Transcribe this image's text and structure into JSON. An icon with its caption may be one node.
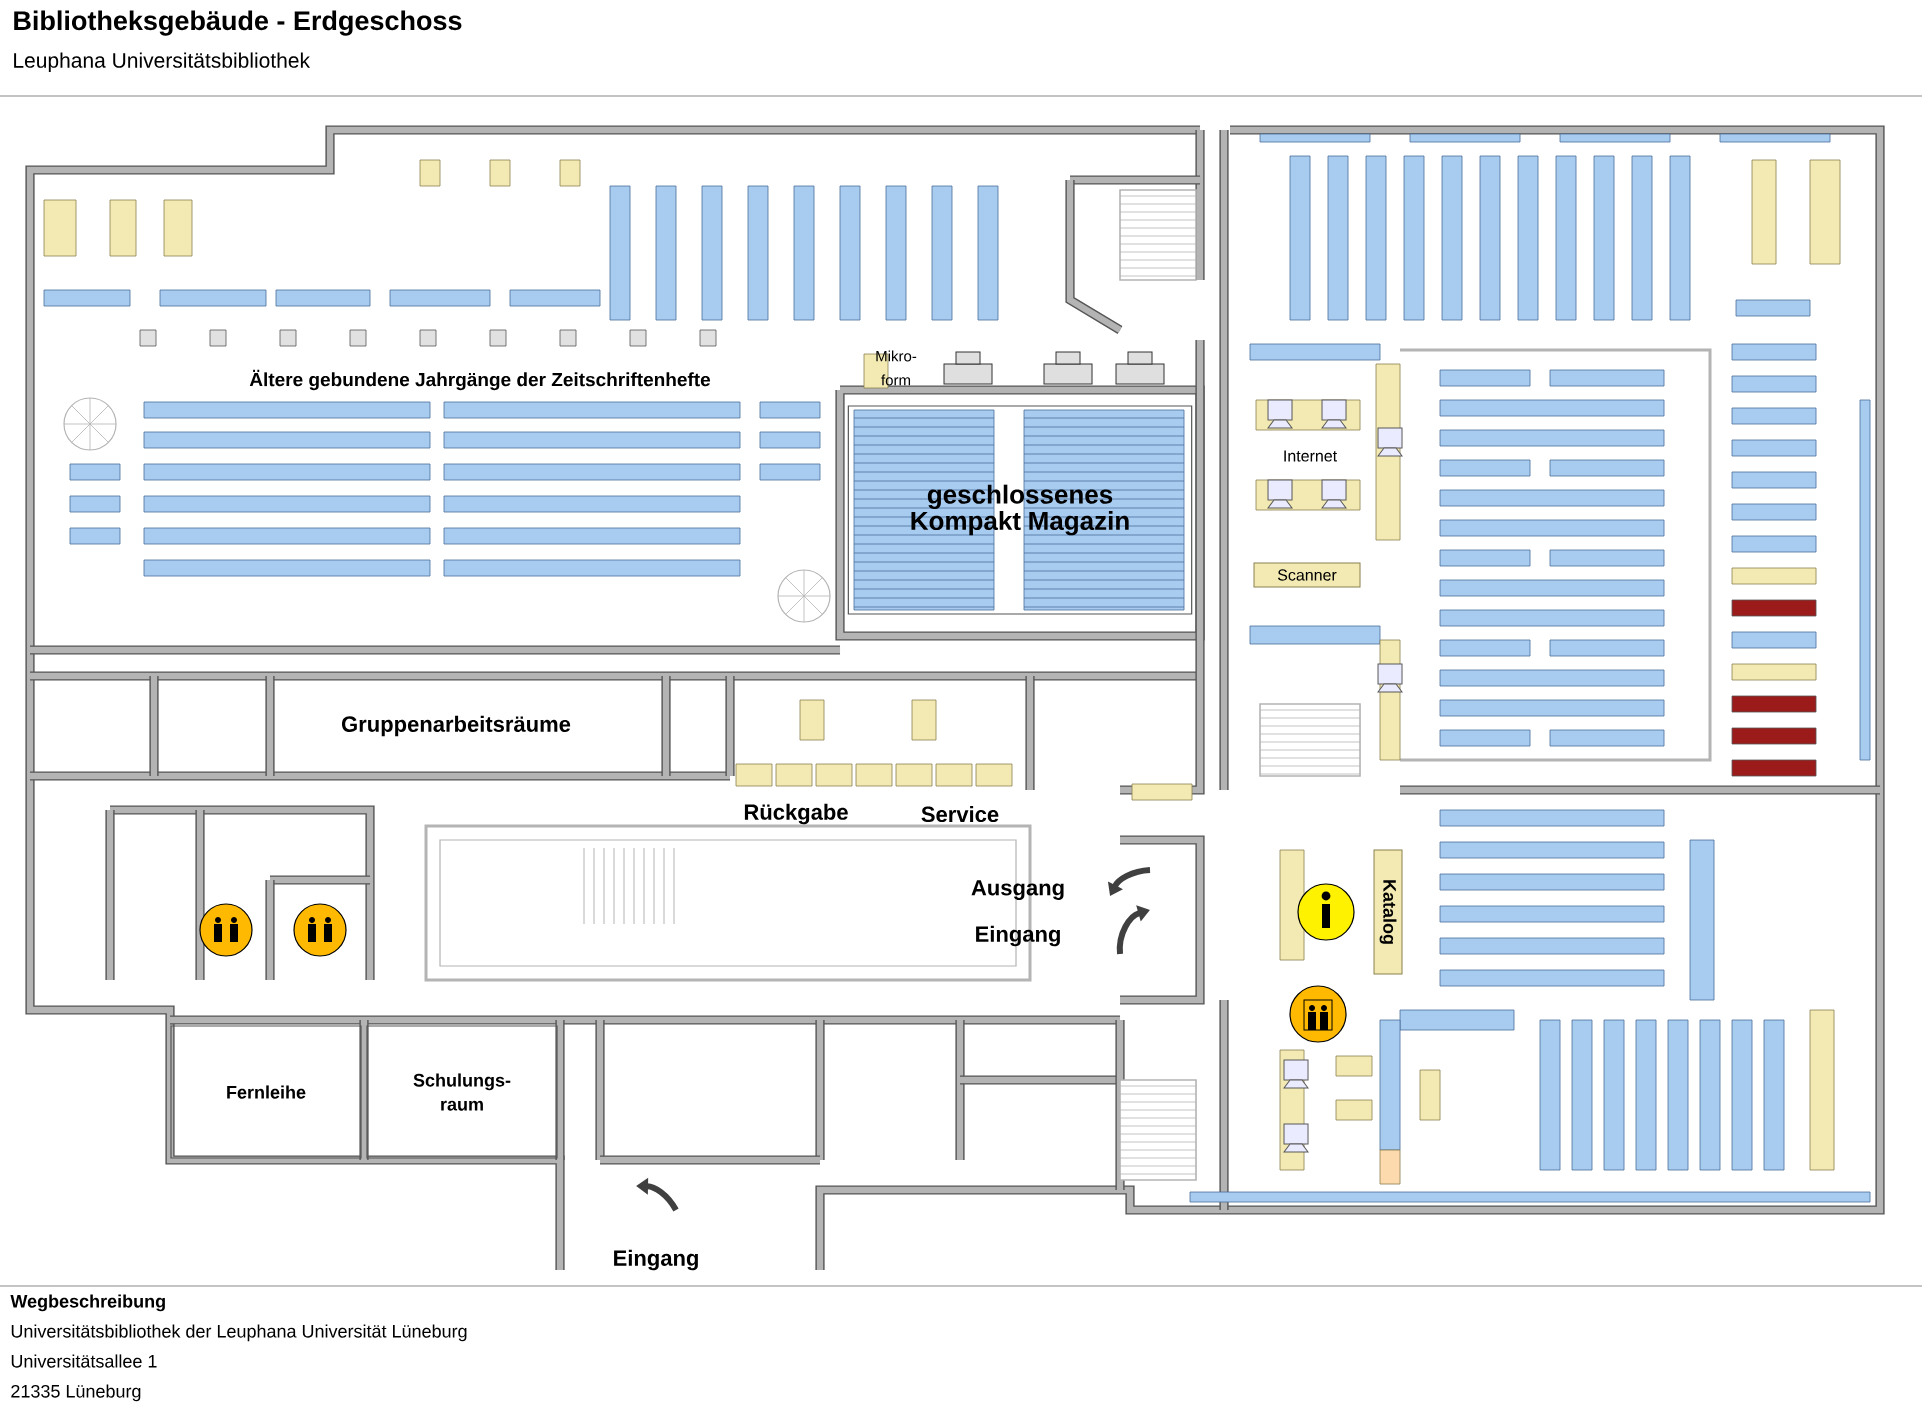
{
  "diagram": {
    "title": "Bibliotheksgebäude - Erdgeschoss",
    "nodes": [
      {
        "text": [
          "geschlossenes Kompakt Magazin"
        ]
      },
      {
        "text": [
          "Scanner"
        ]
      },
      {
        "text": [
          "Katalog"
        ]
      },
      {
        "text": [
          "Fernleihe"
        ]
      },
      {
        "text": [
          "Schulungs- raum"
        ]
      }
    ],
    "labels": [
      "Leuphana Universitätsbibliothek",
      "Ältere gebundene Jahrgänge der Zeitschriftenhefte",
      "Mikro- form",
      "Internet",
      "Gruppenarbeitsräume",
      "Rückgabe",
      "Service",
      "Ausgang",
      "Eingang",
      "Eingang",
      "Wegbeschreibung",
      "Universitätsbibliothek der Leuphana Universität Lüneburg",
      "Universitätsallee 1",
      "21335 Lüneburg"
    ]
  }
}
